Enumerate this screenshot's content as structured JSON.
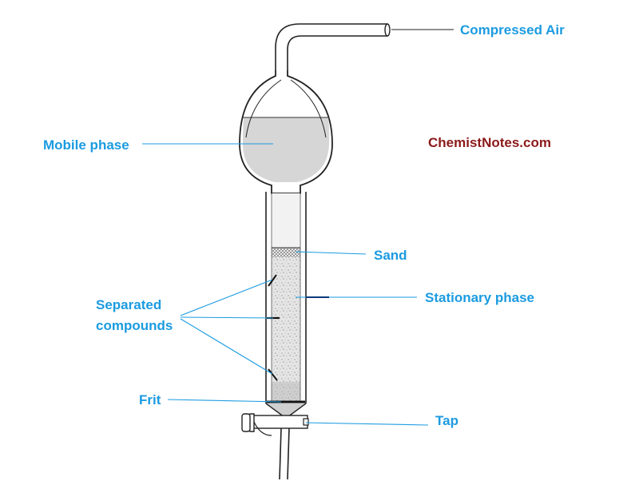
{
  "colors": {
    "label": "#1b9be0",
    "leader_line": "#1b9be0",
    "brand": "#8b1a1a",
    "glass_outline": "#222222",
    "mobile_phase_fill": "#d6d6d6",
    "stationary_fill": "#e4e4e4"
  },
  "labels": {
    "compressed_air": "Compressed Air",
    "mobile_phase": "Mobile phase",
    "sand": "Sand",
    "stationary_phase": "Stationary phase",
    "separated_compounds_line1": "Separated",
    "separated_compounds_line2": "compounds",
    "frit": "Frit",
    "tap": "Tap"
  },
  "brand": "ChemistNotes.com"
}
